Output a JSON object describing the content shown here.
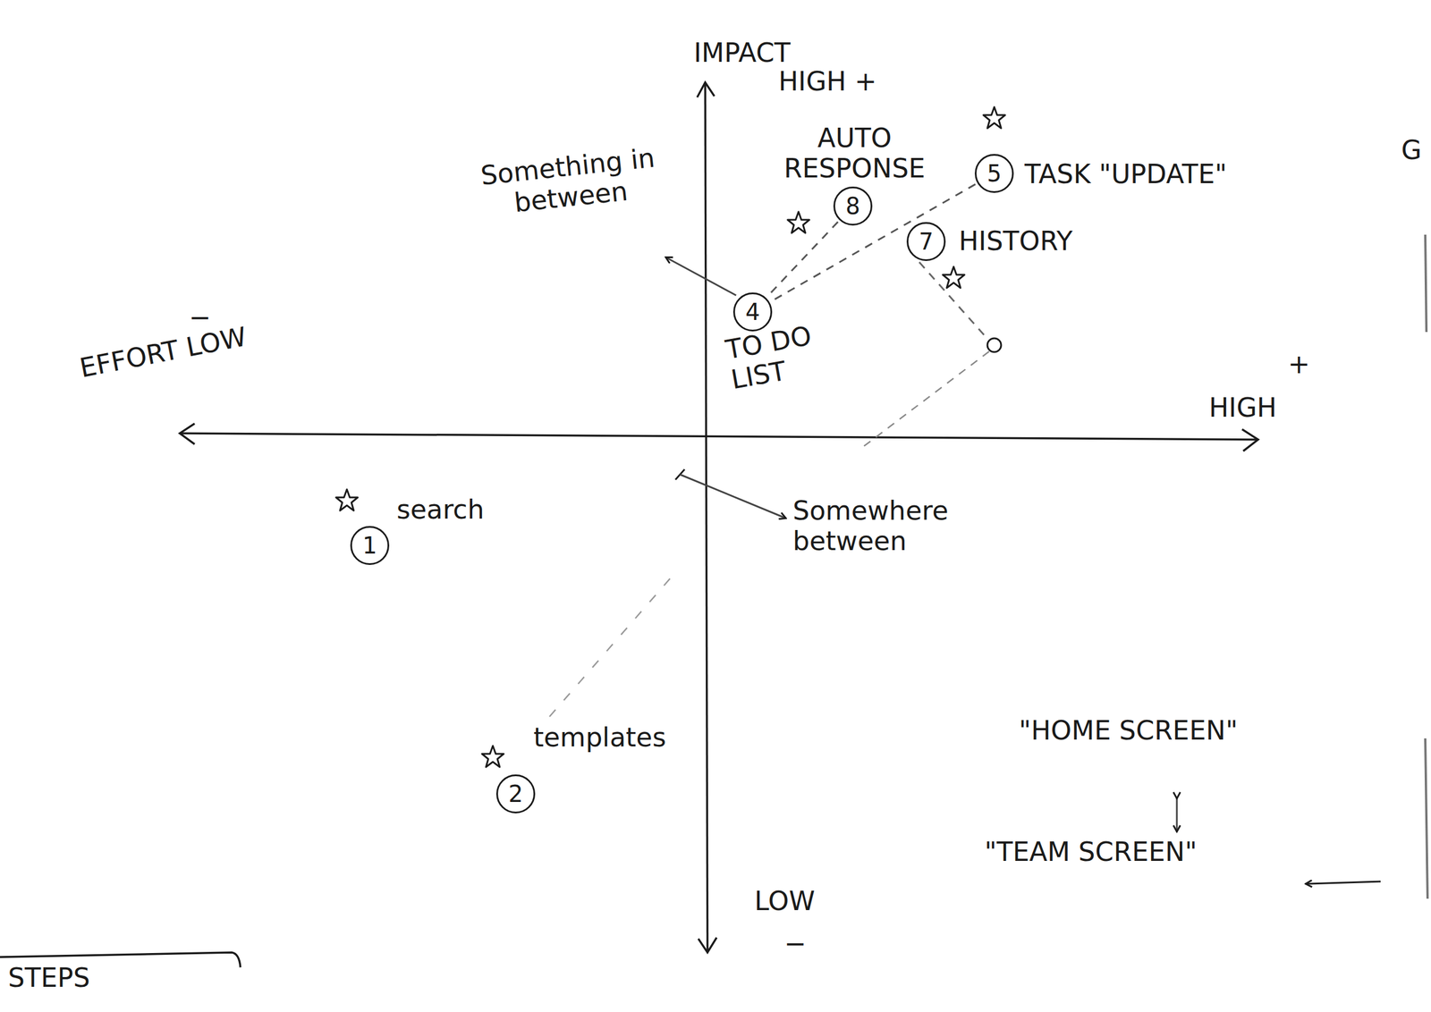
{
  "diagram": {
    "nodes": [
      {
        "text": [
          "5",
          "TASK \"UPDATE\""
        ]
      },
      {
        "text": [
          "AUTO RESPONSE",
          "8"
        ]
      },
      {
        "text": [
          "7",
          "HISTORY"
        ]
      },
      {
        "text": [
          "4",
          "TO DO LIST"
        ]
      },
      {
        "text": [
          "1",
          "search"
        ]
      },
      {
        "text": [
          "2",
          "templates"
        ]
      }
    ],
    "edges": [
      {
        "from": 1,
        "to": 3,
        "arrow": "none"
      },
      {
        "from": 0,
        "to": 3,
        "arrow": "none"
      }
    ],
    "labels": [
      "IMPACT",
      "HIGH +",
      "+",
      "HIGH",
      "−",
      "EFFORT LOW",
      "LOW",
      "−",
      "Something in between",
      "Somewhere between",
      "\"HOME SCREEN\"",
      "\"TEAM SCREEN\"",
      "STEPS",
      "G"
    ]
  }
}
